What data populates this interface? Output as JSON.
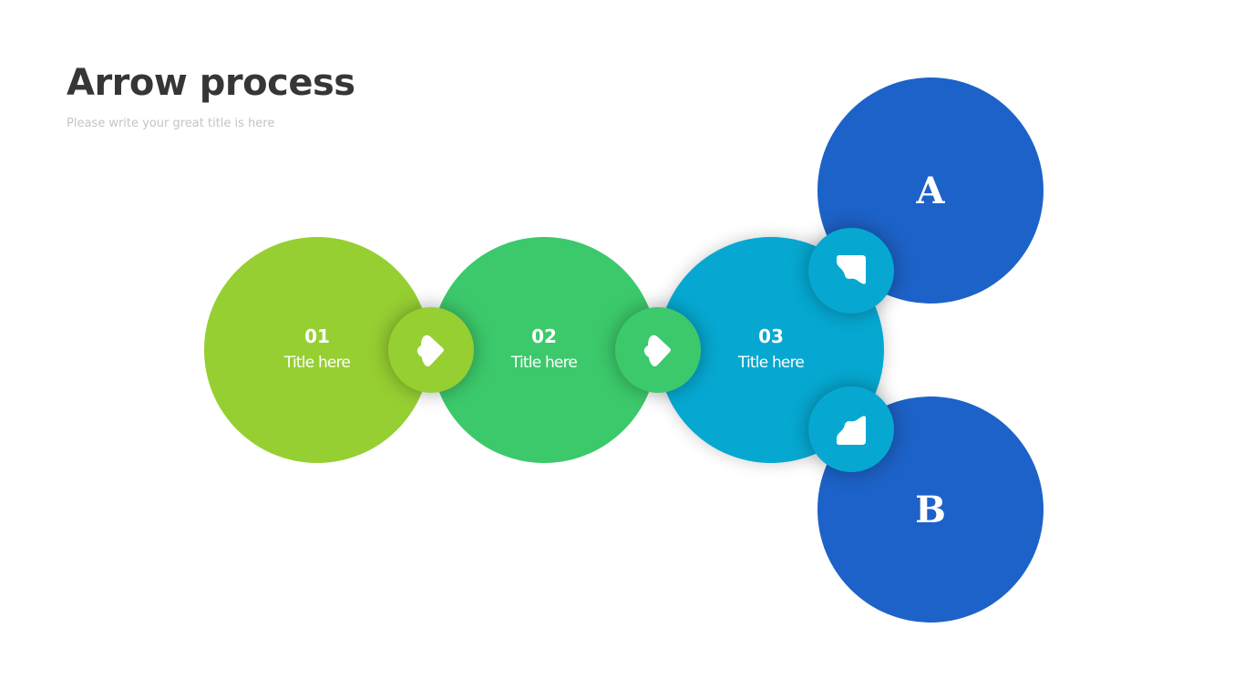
{
  "header": {
    "title": "Arrow process",
    "subtitle": "Please write your great title is here"
  },
  "steps": [
    {
      "number": "01",
      "label": "Title here",
      "color": "#96cf32"
    },
    {
      "number": "02",
      "label": "Title here",
      "color": "#3cc96b"
    },
    {
      "number": "03",
      "label": "Title here",
      "color": "#06a8d1"
    }
  ],
  "branches": [
    {
      "letter": "A",
      "color": "#1d62c8"
    },
    {
      "letter": "B",
      "color": "#1d62c8"
    }
  ],
  "connectors": [
    {
      "icon": "arrow-right-icon",
      "color": "#96cf32"
    },
    {
      "icon": "arrow-right-icon",
      "color": "#3cc96b"
    },
    {
      "icon": "arrow-up-right-icon",
      "color": "#06a8d1"
    },
    {
      "icon": "arrow-down-right-icon",
      "color": "#06a8d1"
    }
  ]
}
